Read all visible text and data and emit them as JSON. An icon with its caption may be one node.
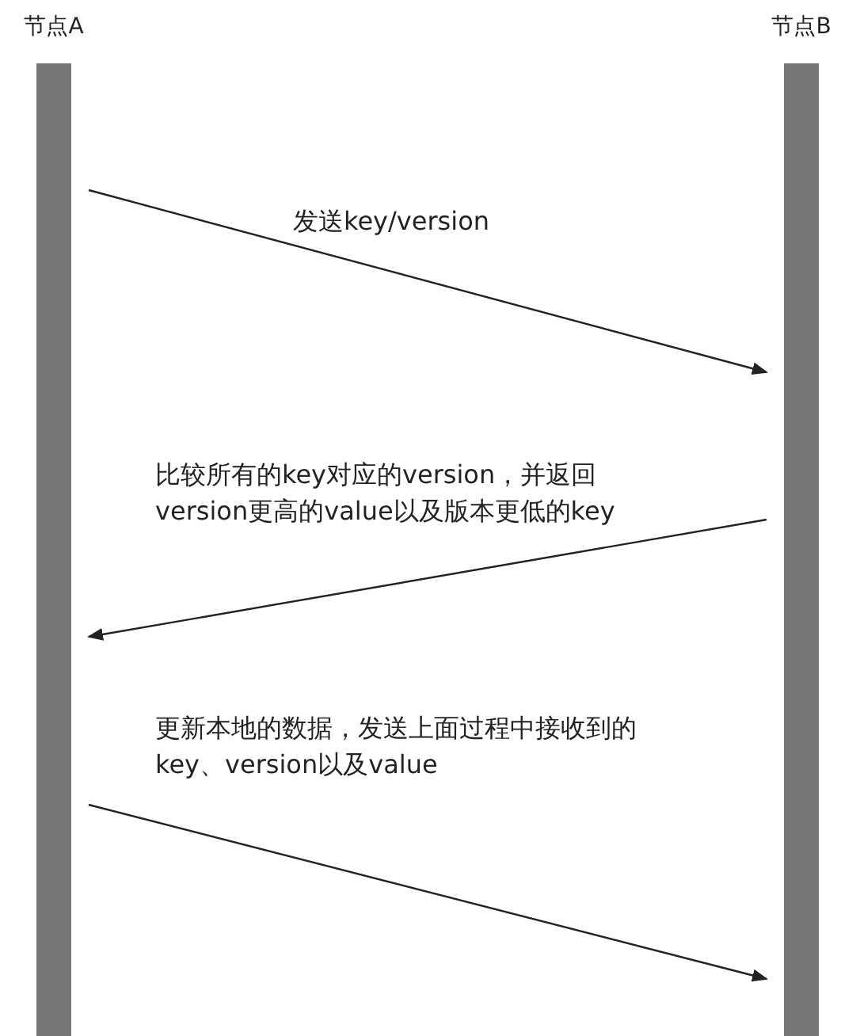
{
  "diagram": {
    "nodes": [
      {
        "text": [
          "节点A"
        ]
      },
      {
        "text": [
          "节点B"
        ]
      }
    ],
    "edges": [
      {
        "from": 0,
        "to": 1,
        "arrow": "to",
        "label": "发送key/version"
      },
      {
        "from": 1,
        "to": 0,
        "arrow": "to",
        "label": "比较所有的key对应的version，并返回version更高的value以及版本更低的key"
      },
      {
        "from": 0,
        "to": 1,
        "arrow": "to",
        "label": "更新本地的数据，发送上面过程中接收到的key、version以及value"
      }
    ]
  }
}
